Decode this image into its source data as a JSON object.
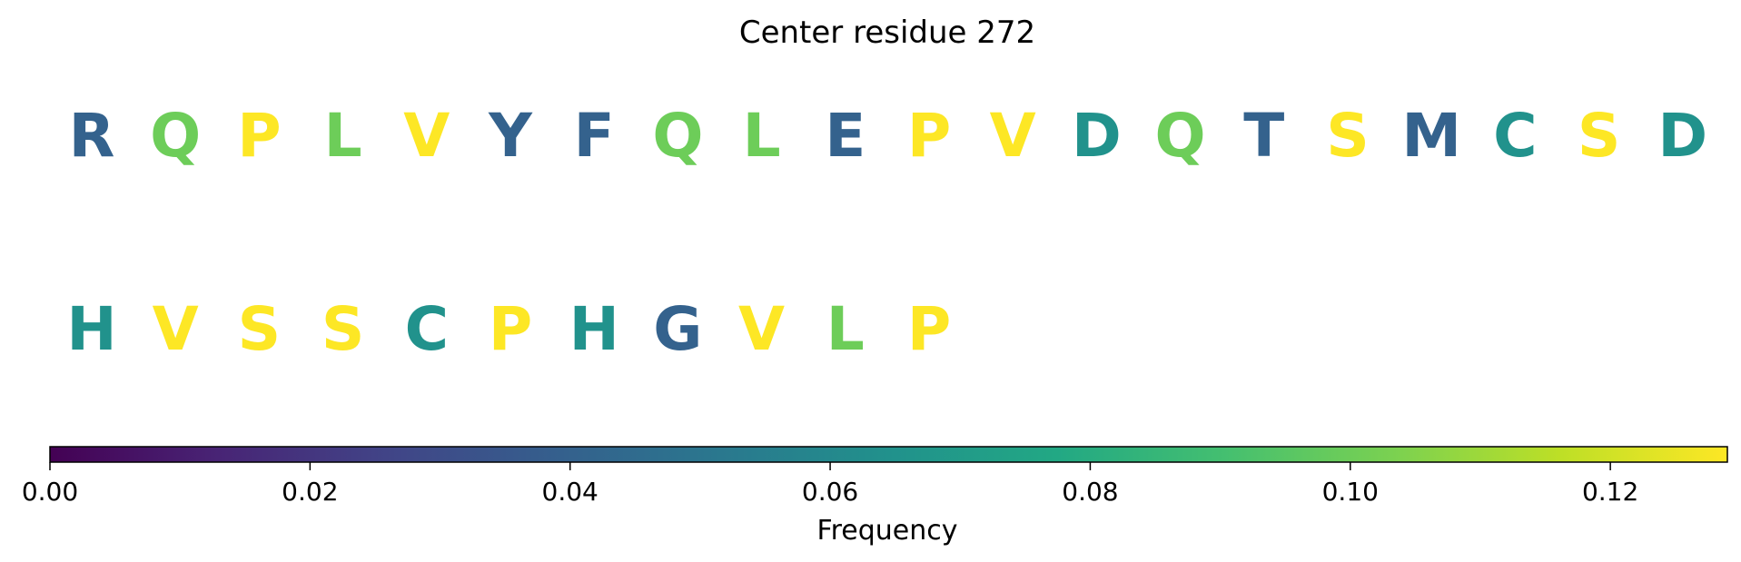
{
  "chart_data": {
    "type": "table",
    "title": "Center residue 272",
    "residues": [
      {
        "letter": "R",
        "frequency": 0.04
      },
      {
        "letter": "Q",
        "frequency": 0.1
      },
      {
        "letter": "P",
        "frequency": 0.13
      },
      {
        "letter": "L",
        "frequency": 0.1
      },
      {
        "letter": "V",
        "frequency": 0.13
      },
      {
        "letter": "Y",
        "frequency": 0.04
      },
      {
        "letter": "F",
        "frequency": 0.04
      },
      {
        "letter": "Q",
        "frequency": 0.1
      },
      {
        "letter": "L",
        "frequency": 0.1
      },
      {
        "letter": "E",
        "frequency": 0.04
      },
      {
        "letter": "P",
        "frequency": 0.13
      },
      {
        "letter": "V",
        "frequency": 0.13
      },
      {
        "letter": "D",
        "frequency": 0.065
      },
      {
        "letter": "Q",
        "frequency": 0.1
      },
      {
        "letter": "T",
        "frequency": 0.04
      },
      {
        "letter": "S",
        "frequency": 0.13
      },
      {
        "letter": "M",
        "frequency": 0.04
      },
      {
        "letter": "C",
        "frequency": 0.065
      },
      {
        "letter": "S",
        "frequency": 0.13
      },
      {
        "letter": "D",
        "frequency": 0.065
      },
      {
        "letter": "H",
        "frequency": 0.065
      },
      {
        "letter": "V",
        "frequency": 0.13
      },
      {
        "letter": "S",
        "frequency": 0.13
      },
      {
        "letter": "S",
        "frequency": 0.13
      },
      {
        "letter": "C",
        "frequency": 0.065
      },
      {
        "letter": "P",
        "frequency": 0.13
      },
      {
        "letter": "H",
        "frequency": 0.065
      },
      {
        "letter": "G",
        "frequency": 0.04
      },
      {
        "letter": "V",
        "frequency": 0.13
      },
      {
        "letter": "L",
        "frequency": 0.1
      },
      {
        "letter": "P",
        "frequency": 0.13
      }
    ],
    "colorbar": {
      "label": "Frequency",
      "range": [
        0,
        0.129
      ],
      "ticks": [
        "0.00",
        "0.02",
        "0.04",
        "0.06",
        "0.08",
        "0.10",
        "0.12"
      ],
      "colormap": "viridis",
      "orientation": "horizontal"
    }
  }
}
